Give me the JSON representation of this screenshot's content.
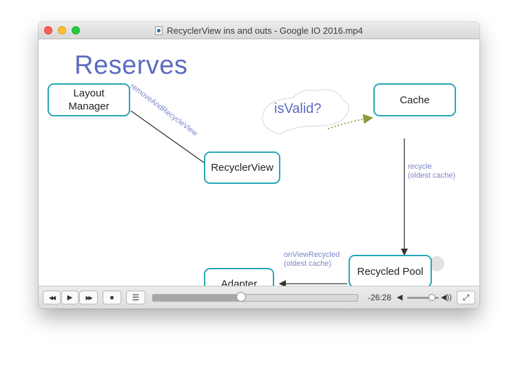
{
  "window": {
    "title": "RecyclerView ins and outs - Google IO 2016.mp4"
  },
  "slide": {
    "heading": "Reserves",
    "nodes": {
      "layout_manager": "Layout\nManager",
      "cache": "Cache",
      "recycler_view": "RecyclerView",
      "recycled_pool": "Recycled Pool",
      "adapter": "Adapter"
    },
    "bubble": "isValid?",
    "labels": {
      "remove_and_recycle": "removeAndRecycleView",
      "recycle": "recycle\n(oldest cache)",
      "on_view_recycled": "onViewRecycled\n(oldest cache)"
    }
  },
  "controls": {
    "rewind_icon": "◀◀",
    "play_icon": "▶",
    "fast_forward_icon": "▶▶",
    "stop_icon": "■",
    "playlist_icon": "☰",
    "fullscreen_icon": "⤢",
    "volume_low_icon": "◀",
    "volume_high_icon": "◀))",
    "time_remaining": "-26:28",
    "progress": 0.43,
    "volume": 0.78
  },
  "colors": {
    "node_border": "#26a6b4",
    "slide_accent": "#5c6bc0",
    "label_color": "#7986cb",
    "dotted_arrow": "#8a9a3a"
  }
}
